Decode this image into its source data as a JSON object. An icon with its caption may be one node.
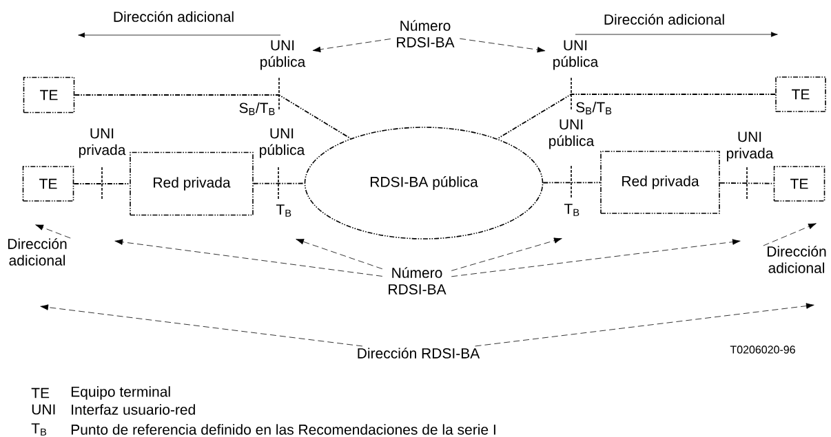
{
  "diagram": {
    "nodes": [
      {
        "text": [
          "TE"
        ]
      },
      {
        "text": [
          "TE"
        ]
      },
      {
        "text": [
          "TE"
        ]
      },
      {
        "text": [
          "Red privada"
        ]
      },
      {
        "text": [
          "RDSI-BA pública"
        ]
      },
      {
        "text": [
          "Red privada"
        ]
      },
      {
        "text": [
          "TE"
        ]
      },
      {
        "text": [
          "Número RDSI-BA"
        ]
      },
      {
        "text": [
          "Número RDSI-BA"
        ]
      },
      {
        "text": [
          "Dirección RDSI-BA"
        ]
      },
      {
        "text": [
          "Dirección adicional"
        ]
      },
      {
        "text": [
          "Dirección adicional"
        ]
      },
      {
        "text": [
          "UNI pública"
        ]
      },
      {
        "text": [
          "UNI pública"
        ]
      }
    ],
    "edges": [
      {
        "from": 0,
        "to": 4,
        "arrow": "none",
        "style": "dashed"
      },
      {
        "from": 1,
        "to": 4,
        "arrow": "none",
        "style": "dashed"
      },
      {
        "from": 2,
        "to": 3,
        "arrow": "none",
        "style": "dashed"
      },
      {
        "from": 3,
        "to": 4,
        "arrow": "none",
        "style": "dashed"
      },
      {
        "from": 4,
        "to": 5,
        "arrow": "none",
        "style": "dashed"
      },
      {
        "from": 5,
        "to": 6,
        "arrow": "none",
        "style": "dashed"
      },
      {
        "from": 7,
        "to": 12,
        "arrow": "to",
        "style": "dashed"
      },
      {
        "from": 7,
        "to": 13,
        "arrow": "to",
        "style": "dashed"
      },
      {
        "from": 8,
        "to": null,
        "arrow": "to",
        "style": "dashed"
      },
      {
        "from": 8,
        "to": null,
        "arrow": "to",
        "style": "dashed"
      },
      {
        "from": 8,
        "to": null,
        "arrow": "to",
        "style": "dashed"
      },
      {
        "from": 8,
        "to": null,
        "arrow": "to",
        "style": "dashed"
      },
      {
        "from": 9,
        "to": null,
        "arrow": "to",
        "style": "dashed"
      },
      {
        "from": 9,
        "to": null,
        "arrow": "to",
        "style": "dashed"
      },
      {
        "from": 10,
        "to": null,
        "arrow": "to",
        "style": "dashed"
      },
      {
        "from": 11,
        "to": null,
        "arrow": "to",
        "style": "dashed"
      }
    ],
    "labels": [
      "Dirección adicional",
      "Dirección adicional",
      "S$_{B}$/T$_{B}$",
      "S$_{B}$/T$_{B}$",
      "UNI privada",
      "UNI pública",
      "UNI pública",
      "UNI privada",
      "T$_{B}$",
      "T$_{B}$",
      "T0206020-96",
      "TE",
      "Equipo terminal",
      "UNI",
      "Interfaz usuario-red",
      "T$_{B}$",
      "Punto de referencia definido en las Recomendaciones de la serie I"
    ]
  }
}
